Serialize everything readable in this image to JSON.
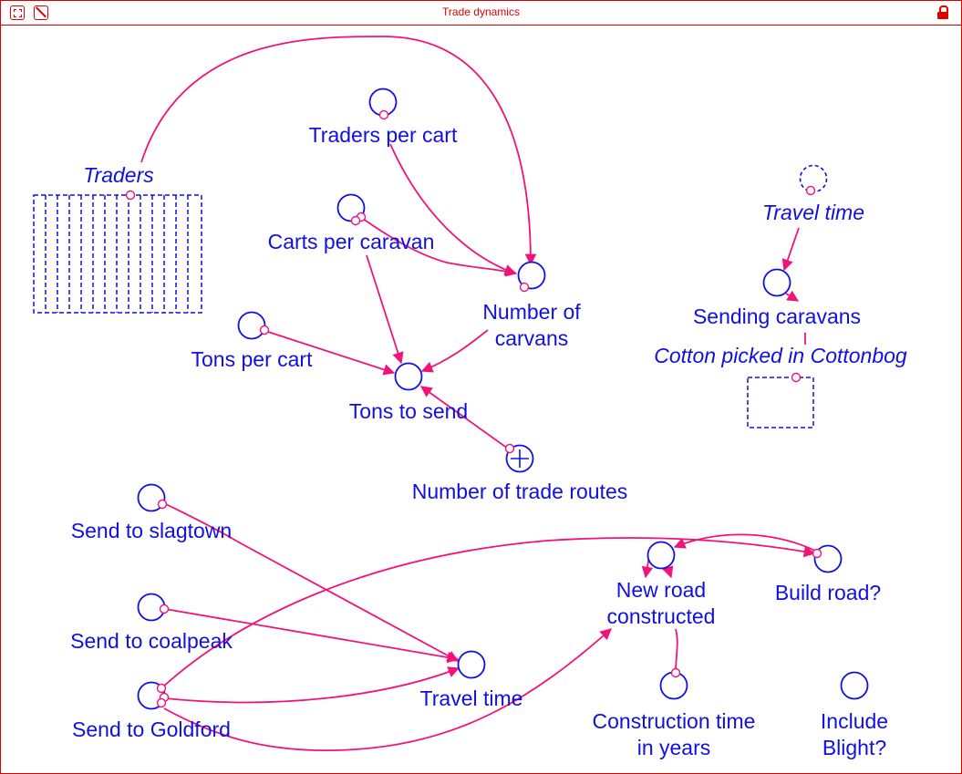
{
  "window": {
    "title": "Trade dynamics"
  },
  "icons": {
    "select": "select-icon",
    "erase": "erase-icon",
    "lock": "lock-icon"
  },
  "colors": {
    "frame": "#e00000",
    "text": "#1010e0",
    "link": "#f0137a"
  },
  "variables": {
    "traders": "Traders",
    "traders_per_cart": "Traders per cart",
    "carts_per_caravan": "Carts per caravan",
    "number_of_caravans": [
      "Number of",
      "carvans"
    ],
    "tons_per_cart": "Tons per cart",
    "tons_to_send": "Tons to send",
    "number_of_trade_routes": "Number of trade routes",
    "travel_time_ghost": "Travel time",
    "sending_caravans": "Sending caravans",
    "cotton_picked": "Cotton picked in Cottonbog",
    "send_to_slagtown": "Send to slagtown",
    "send_to_coalpeak": "Send to coalpeak",
    "send_to_goldford": "Send to Goldford",
    "travel_time": "Travel time",
    "new_road_constructed": [
      "New road",
      "constructed"
    ],
    "build_road": "Build road?",
    "construction_time": [
      "Construction time",
      "in years"
    ],
    "include_blight": [
      "Include",
      "Blight?"
    ]
  }
}
